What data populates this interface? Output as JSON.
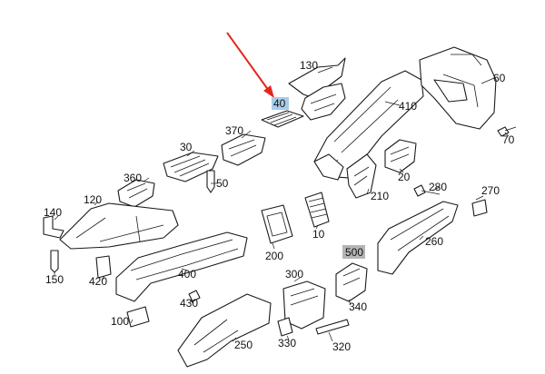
{
  "diagram": {
    "callouts": {
      "c130": "130",
      "c60": "60",
      "c40": "40",
      "c410": "410",
      "c370": "370",
      "c70": "70",
      "c30": "30",
      "c20": "20",
      "c360": "360",
      "c50": "50",
      "c280": "280",
      "c270": "270",
      "c120": "120",
      "c210": "210",
      "c140": "140",
      "c10": "10",
      "c200": "200",
      "c260": "260",
      "c500": "500",
      "c420": "420",
      "c400": "400",
      "c300": "300",
      "c150": "150",
      "c430": "430",
      "c340": "340",
      "c100": "100",
      "c250": "250",
      "c330": "330",
      "c320": "320"
    },
    "highlight_color": "#a9cde8",
    "gray_label_color": "#b5b5b5",
    "pointer_color": "#e5251b"
  }
}
